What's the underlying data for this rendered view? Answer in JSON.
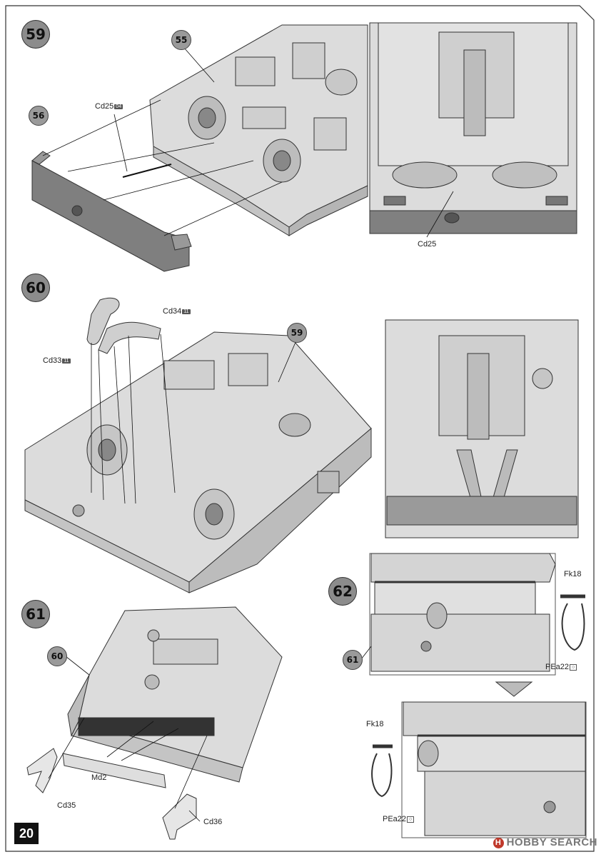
{
  "page": {
    "number": "20"
  },
  "steps": {
    "s59": {
      "num": "59",
      "ref": "55",
      "part_label": "Cd25",
      "part_tag": "04",
      "view_label": "Cd25",
      "sub_ref": "56"
    },
    "s60": {
      "num": "60",
      "ref": "59",
      "cd34": "Cd34",
      "cd34_tag": "11",
      "cd33": "Cd33",
      "cd33_tag": "11"
    },
    "s61": {
      "num": "61",
      "ref": "60",
      "cd35": "Cd35",
      "md2": "Md2",
      "cd36": "Cd36"
    },
    "s62": {
      "num": "62",
      "ref": "61",
      "fk18_a": "Fk18",
      "pea22_a": "PEa22",
      "fk18_b": "Fk18",
      "pea22_b": "PEa22"
    }
  },
  "watermark": {
    "text": "HOBBY SEARCH",
    "mark": "H"
  },
  "colors": {
    "part_fill": "#d9d9d9",
    "dark_part": "#7f7f7f",
    "line": "#333333"
  }
}
